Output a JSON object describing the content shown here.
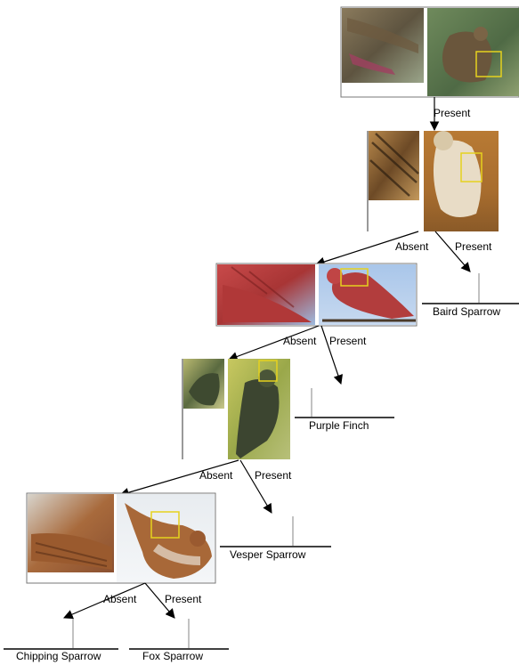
{
  "tree": {
    "nodes": [
      {
        "id": "node-1",
        "incoming_edge_label": "Present"
      },
      {
        "id": "node-2",
        "absent_label": "Absent",
        "present_label": "Present"
      },
      {
        "id": "node-3",
        "absent_label": "Absent",
        "present_label": "Present"
      },
      {
        "id": "node-4",
        "absent_label": "Absent",
        "present_label": "Present"
      },
      {
        "id": "node-5",
        "absent_label": "Absent",
        "present_label": "Present"
      }
    ],
    "leaves": [
      {
        "label": "Baird Sparrow"
      },
      {
        "label": "Purple Finch"
      },
      {
        "label": "Vesper Sparrow"
      },
      {
        "label": "Chipping Sparrow"
      },
      {
        "label": "Fox Sparrow"
      }
    ]
  },
  "colors": {
    "highlight_box": "#e6d21e",
    "edge": "#000000",
    "leaf_stem": "#999999"
  }
}
